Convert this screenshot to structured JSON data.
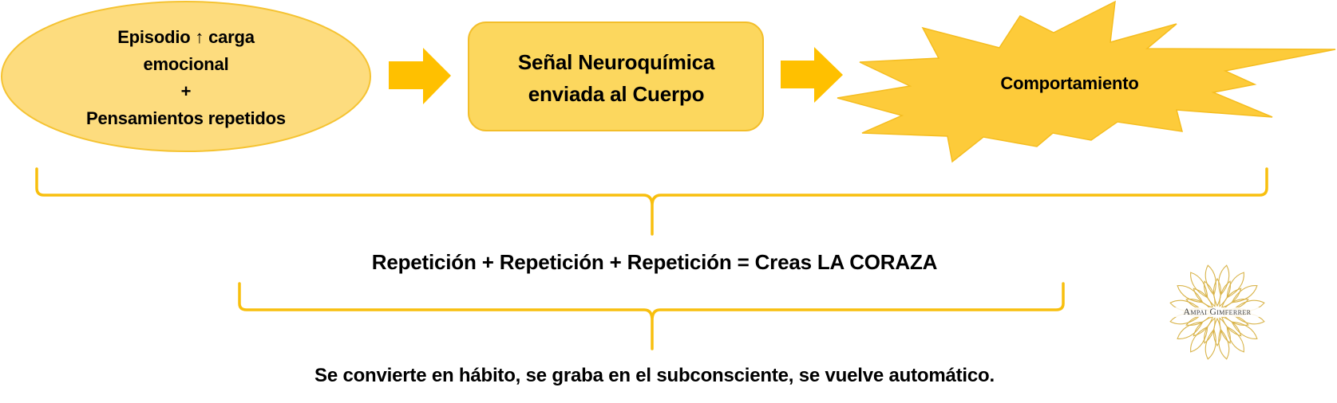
{
  "colors": {
    "ellipse_fill": "#FDDC7E",
    "ellipse_stroke": "#F5C332",
    "box_fill": "#FCD75E",
    "box_stroke": "#F3BE2A",
    "star_fill": "#FDCB3A",
    "star_stroke": "#F5BD20",
    "arrow_fill": "#FFC000",
    "bracket_stroke": "#F8BF0E",
    "logo_gold": "#D9B44A",
    "text": "#000000"
  },
  "flow": {
    "nodes": [
      {
        "id": "episode",
        "shape": "ellipse",
        "lines": [
          "Episodio ↑ carga",
          "emocional",
          "+",
          "Pensamientos repetidos"
        ]
      },
      {
        "id": "signal",
        "shape": "rounded-rectangle",
        "lines": [
          "Señal Neuroquímica",
          "enviada al Cuerpo"
        ]
      },
      {
        "id": "behavior",
        "shape": "explosion-star",
        "lines": [
          "Comportamiento"
        ]
      }
    ],
    "arrows": [
      {
        "from": "episode",
        "to": "signal",
        "icon": "right-arrow-icon"
      },
      {
        "from": "signal",
        "to": "behavior",
        "icon": "right-arrow-icon"
      }
    ]
  },
  "summary": {
    "equation": "Repetición + Repetición + Repetición = Creas LA CORAZA"
  },
  "result": {
    "text": "Se convierte en hábito, se graba en el subconsciente, se vuelve automático."
  },
  "logo": {
    "text": "Ampai Gimferrer",
    "icon": "lotus-flower-icon"
  }
}
